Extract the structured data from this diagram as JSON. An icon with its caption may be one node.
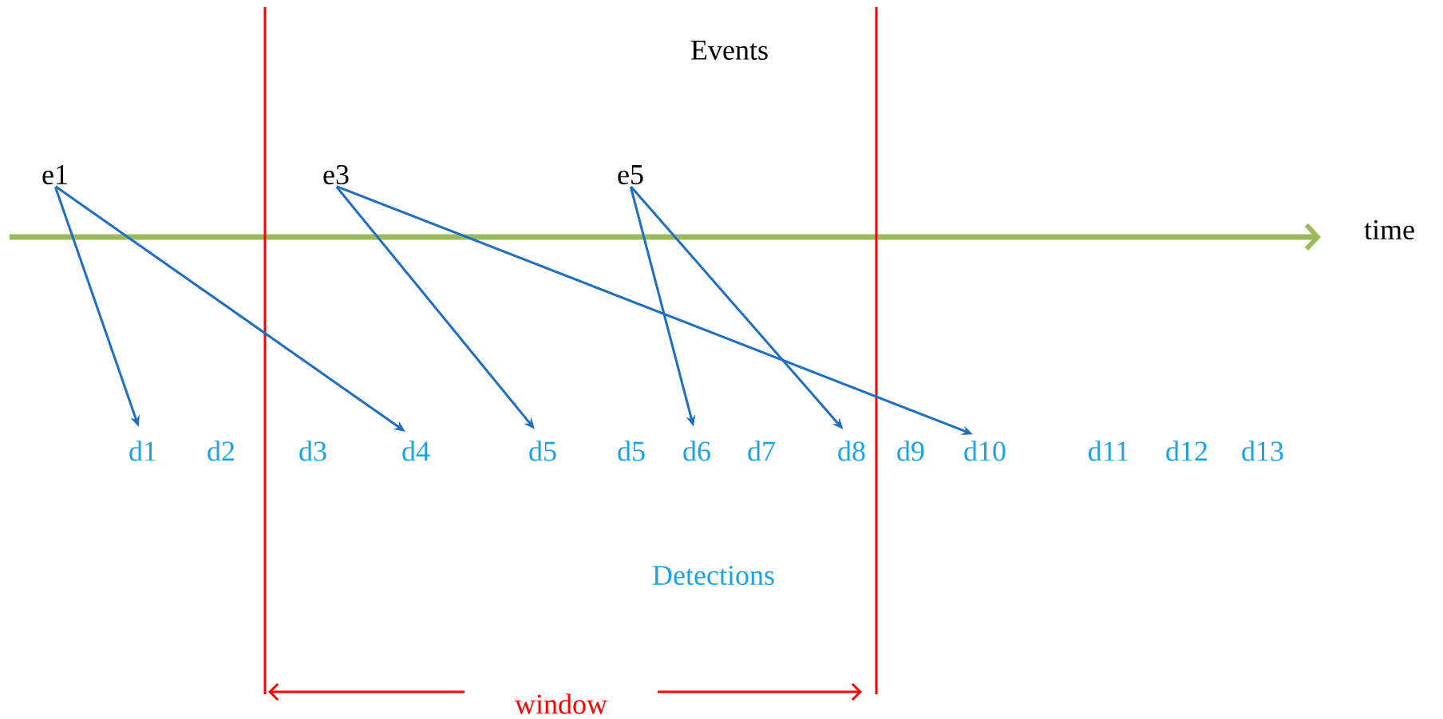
{
  "diagram": {
    "nodes": [
      {
        "text": [
          "e1"
        ]
      },
      {
        "text": [
          "e3"
        ]
      },
      {
        "text": [
          "e5"
        ]
      },
      {
        "text": [
          "d1"
        ]
      },
      {
        "text": [
          "d2"
        ]
      },
      {
        "text": [
          "d3"
        ]
      },
      {
        "text": [
          "d4"
        ]
      },
      {
        "text": [
          "d5"
        ]
      },
      {
        "text": [
          "d5"
        ]
      },
      {
        "text": [
          "d6"
        ]
      },
      {
        "text": [
          "d7"
        ]
      },
      {
        "text": [
          "d8"
        ]
      },
      {
        "text": [
          "d9"
        ]
      },
      {
        "text": [
          "d10"
        ]
      },
      {
        "text": [
          "d11"
        ]
      },
      {
        "text": [
          "d12"
        ]
      },
      {
        "text": [
          "d13"
        ]
      }
    ],
    "edges": [
      {
        "from": 0,
        "to": 3,
        "arrow": "to"
      },
      {
        "from": 0,
        "to": 6,
        "arrow": "to"
      },
      {
        "from": 1,
        "to": 7,
        "arrow": "to"
      },
      {
        "from": 1,
        "to": 13,
        "arrow": "to"
      },
      {
        "from": 2,
        "to": 9,
        "arrow": "to"
      },
      {
        "from": 2,
        "to": 11,
        "arrow": "to"
      }
    ],
    "labels": [
      "Events",
      "time",
      "Detections",
      "window"
    ]
  }
}
